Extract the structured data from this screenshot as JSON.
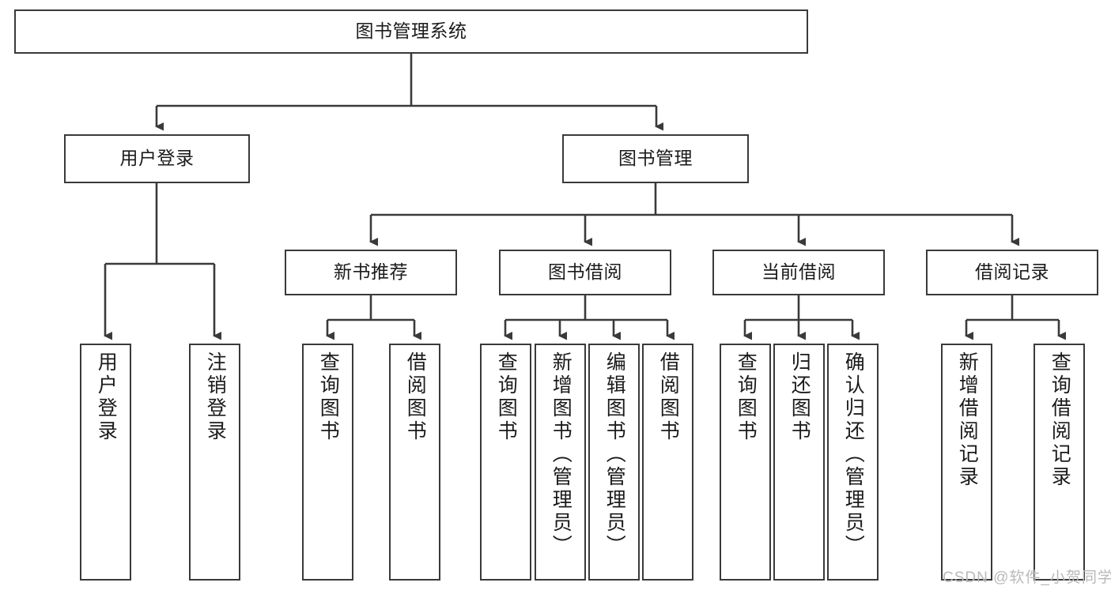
{
  "diagram": {
    "title": "图书管理系统",
    "watermark": "CSDN @软件_小贺同学",
    "colors": {
      "stroke": "#3a3a3a",
      "background": "#ffffff",
      "text": "#1b1b1b",
      "watermark": "#b9b9b9"
    },
    "nodes": {
      "root": {
        "label": "图书管理系统"
      },
      "level1": [
        {
          "label": "用户登录"
        },
        {
          "label": "图书管理"
        }
      ],
      "level2": [
        {
          "label": "新书推荐"
        },
        {
          "label": "图书借阅"
        },
        {
          "label": "当前借阅"
        },
        {
          "label": "借阅记录"
        }
      ],
      "leaves_user_login": [
        {
          "label": "用户登录"
        },
        {
          "label": "注销登录"
        }
      ],
      "leaves_new_books": [
        {
          "label": "查询图书"
        },
        {
          "label": "借阅图书"
        }
      ],
      "leaves_book_borrow": [
        {
          "label": "查询图书"
        },
        {
          "label": "新增图书（管理员）"
        },
        {
          "label": "编辑图书（管理员）"
        },
        {
          "label": "借阅图书"
        }
      ],
      "leaves_current_borrow": [
        {
          "label": "查询图书"
        },
        {
          "label": "归还图书"
        },
        {
          "label": "确认归还（管理员）"
        }
      ],
      "leaves_borrow_records": [
        {
          "label": "新增借阅记录"
        },
        {
          "label": "查询借阅记录"
        }
      ]
    }
  }
}
